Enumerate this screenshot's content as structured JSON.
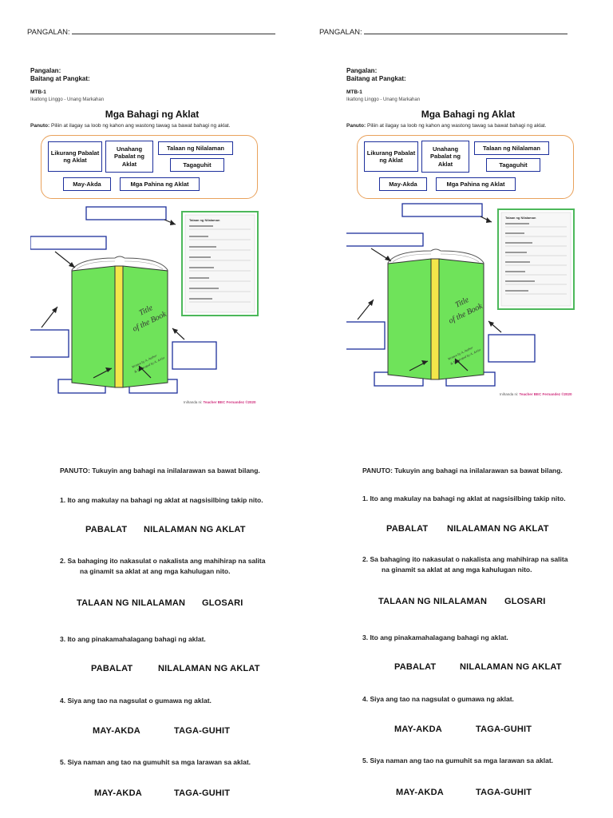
{
  "header": {
    "pangalan_label": "PANGALAN:"
  },
  "worksheet": {
    "name_label": "Pangalan:",
    "grade_label": "Baitang at Pangkat:",
    "subject": "MTB-1",
    "week": "Ikatlong Linggo - Unang Markahan",
    "title": "Mga Bahagi ng Aklat",
    "instruction_label": "Panuto:",
    "instruction_text": "Piliin at ilagay sa loob ng kahon ang wastong tawag sa bawat bahagi ng aklat.",
    "word_bank": {
      "w1": "Likurang Pabalat ng Aklat",
      "w2": "Unahang Pabalat ng Aklat",
      "w3": "Talaan ng Nilalaman",
      "w4": "Tagaguhit",
      "w5": "May-Akda",
      "w6": "Mga Pahina ng Aklat"
    },
    "book": {
      "title_line1": "Title",
      "title_line2": "of the Book",
      "author_line1": "Written by A. Author",
      "author_line2": "& Illustrated by A. Artist"
    },
    "toc": {
      "title": "Talaan ng Nilalaman"
    },
    "credit_prefix": "Inihanda ni:",
    "credit_name": "Teacher BEC Fernandez ©2020",
    "colors": {
      "box_border": "#1d2f9c",
      "word_bank_border": "#e9a25c",
      "book_green": "#6fe35a",
      "book_spine": "#f3e64a",
      "toc_border": "#4cb85a",
      "credit_pink": "#d0307e"
    }
  },
  "quiz": {
    "instruction": "PANUTO: Tukuyin ang bahagi na inilalarawan sa bawat bilang.",
    "questions": [
      {
        "text": "1. Ito ang makulay na bahagi ng aklat at nagsisilbing takip nito.",
        "opt1": "PABALAT",
        "opt2": "NILALAMAN NG AKLAT"
      },
      {
        "text_line1": "2. Sa bahaging ito nakasulat o nakalista ang mahihirap na salita",
        "text_line2": "na ginamit sa aklat at ang mga kahulugan nito.",
        "opt1": "TALAAN NG NILALAMAN",
        "opt2": "GLOSARI"
      },
      {
        "text": "3. Ito ang pinakamahalagang bahagi ng aklat.",
        "opt1": "PABALAT",
        "opt2": "NILALAMAN NG AKLAT"
      },
      {
        "text": "4.  Siya ang tao na nagsulat o gumawa ng aklat.",
        "opt1": "MAY-AKDA",
        "opt2": "TAGA-GUHIT"
      },
      {
        "text": "5. Siya naman ang tao na gumuhit sa mga larawan sa aklat.",
        "opt1": "MAY-AKDA",
        "opt2": "TAGA-GUHIT"
      }
    ]
  }
}
